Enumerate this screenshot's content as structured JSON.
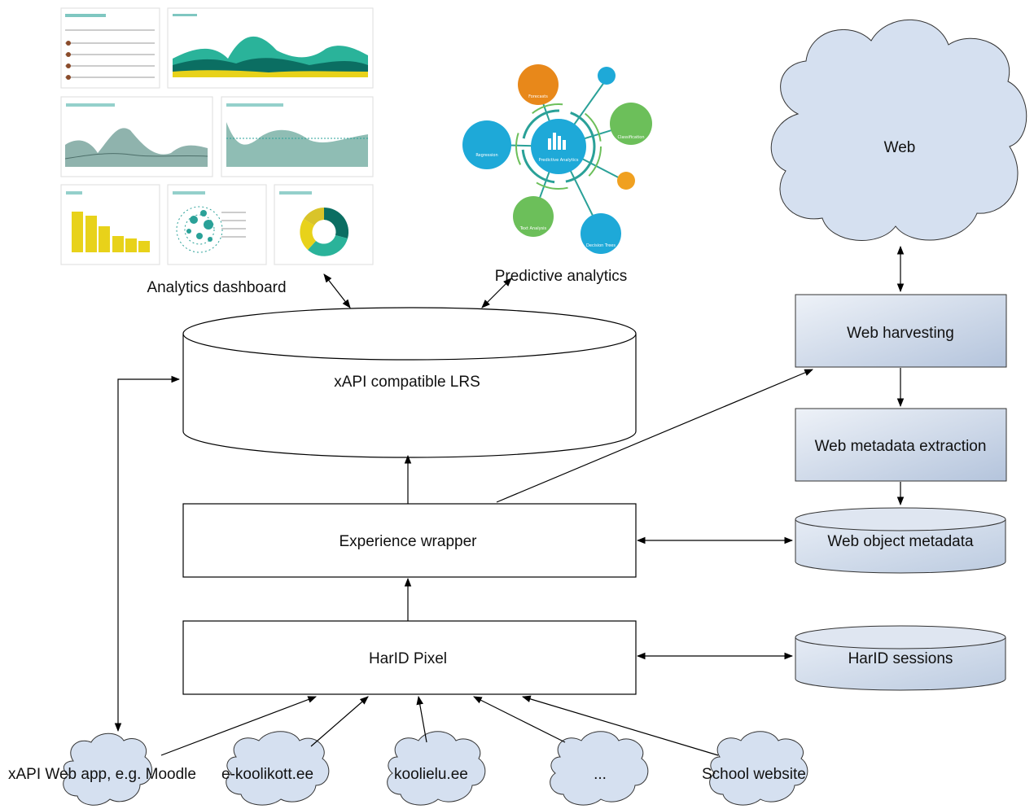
{
  "nodes": {
    "analytics_dashboard": "Analytics dashboard",
    "predictive_analytics": "Predictive analytics",
    "web": "Web",
    "web_harvesting": "Web harvesting",
    "web_metadata_extraction": "Web metadata extraction",
    "web_object_metadata": "Web object metadata",
    "lrs": "xAPI compatible LRS",
    "experience_wrapper": "Experience wrapper",
    "harid_pixel": "HarID Pixel",
    "harid_sessions": "HarID sessions"
  },
  "sources": [
    {
      "id": "xapi-app",
      "label": "xAPI Web app, e.g. Moodle"
    },
    {
      "id": "e-koolikott",
      "label": "e-koolikott.ee"
    },
    {
      "id": "koolielu",
      "label": "koolielu.ee"
    },
    {
      "id": "ellipsis",
      "label": "..."
    },
    {
      "id": "school",
      "label": "School website"
    }
  ],
  "predictive_graphic": {
    "center": "Predictive Analytics",
    "satellites": [
      "Regression",
      "Forecasts",
      "Classification",
      "Text Analysis",
      "Decision Trees"
    ]
  },
  "colors": {
    "box_fill_gradient": [
      "#e4eaf4",
      "#b7c7dd"
    ],
    "cloud_fill": "#d5e0f0",
    "teal": "#2aa198",
    "dark_teal": "#0b6e62",
    "yellow": "#e8d21a",
    "orange": "#f0a020",
    "blue": "#1ea9d8",
    "green": "#6cbf5a"
  }
}
